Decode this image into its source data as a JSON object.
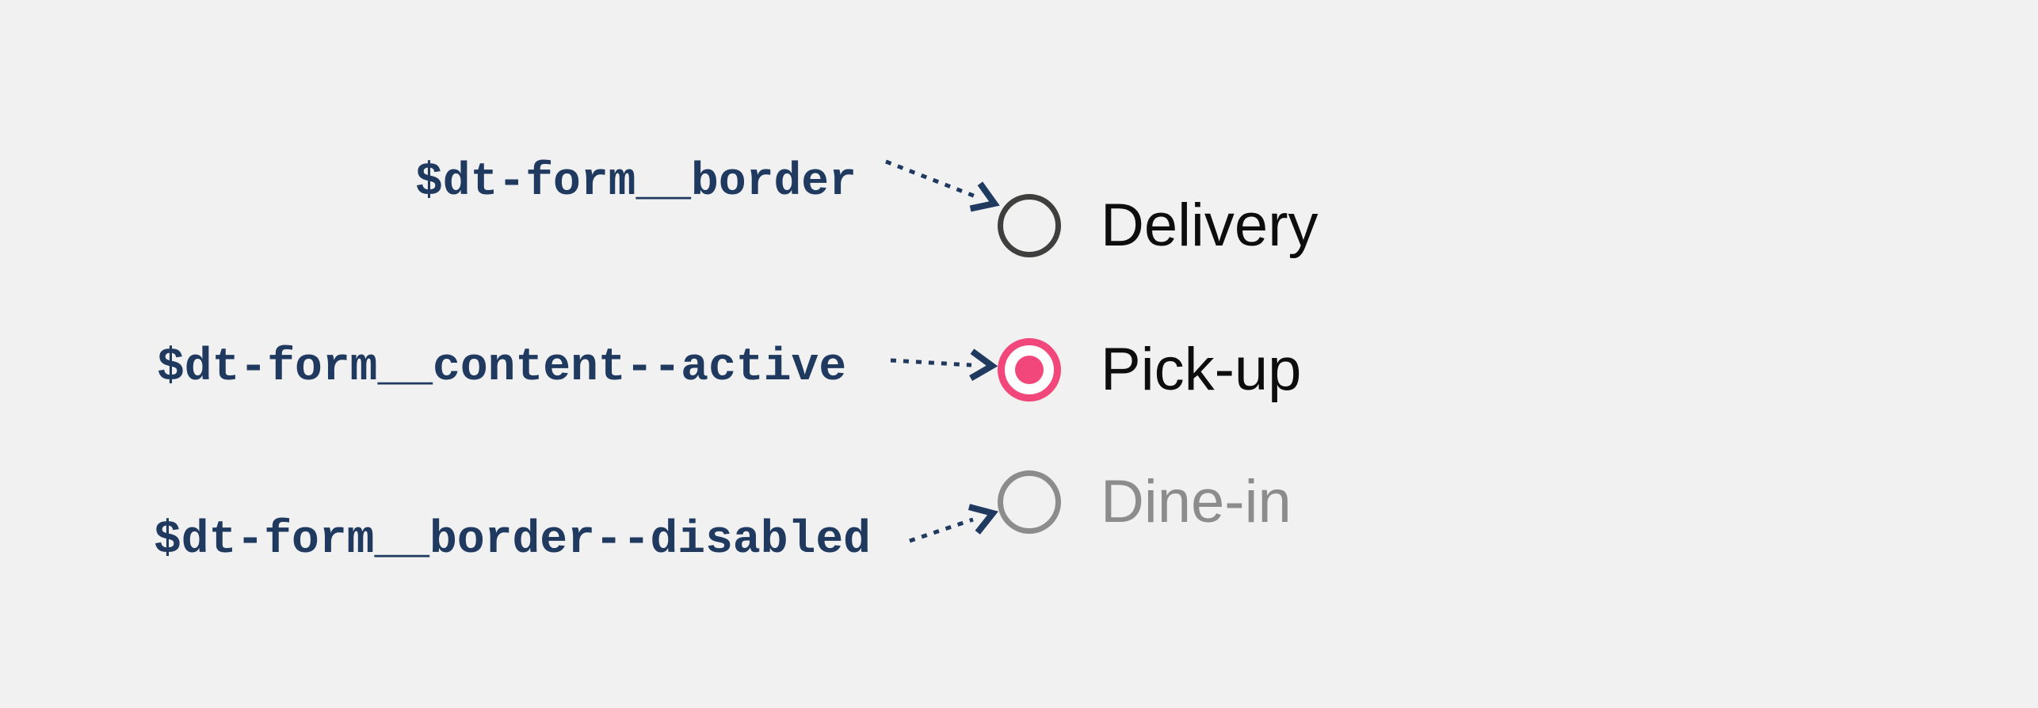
{
  "diagram_title": "radio button form token states",
  "colors": {
    "bgPage": "#f1f1f2",
    "navy": "#20395f",
    "pink": "#f2477b",
    "darkGray": "#3f3f3d",
    "midGray": "#8c8c8c",
    "labelBlack": "#0d0d0d",
    "white": "#ffffff"
  },
  "annotations": [
    {
      "label": "$dt-form__border",
      "target": "Delivery"
    },
    {
      "label": "$dt-form__content--active",
      "target": "Pick-up"
    },
    {
      "label": "$dt-form__border--disabled",
      "target": "Dine-in"
    }
  ],
  "radio_group": {
    "options": [
      {
        "label": "Delivery",
        "state": "default",
        "selected": false
      },
      {
        "label": "Pick-up",
        "state": "active",
        "selected": true
      },
      {
        "label": "Dine-in",
        "state": "disabled",
        "selected": false
      }
    ]
  }
}
